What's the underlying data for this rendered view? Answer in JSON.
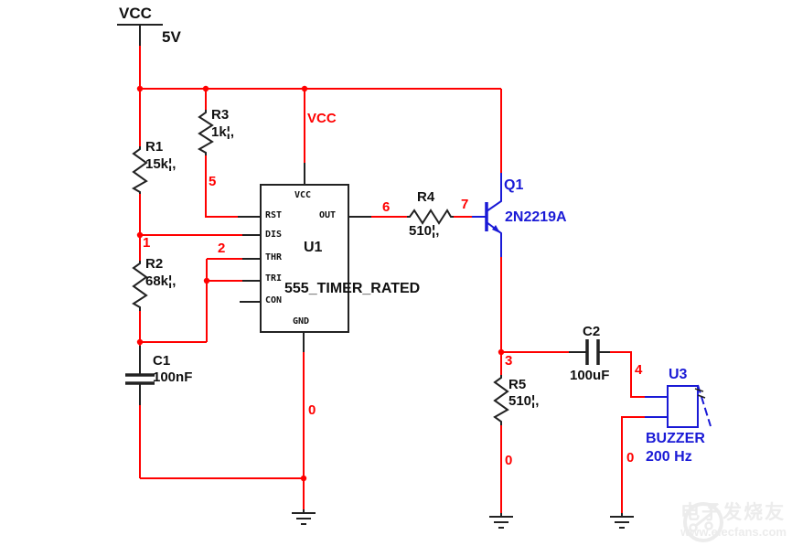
{
  "power": {
    "label": "VCC",
    "voltage": "5V"
  },
  "nets": {
    "vcc": "VCC",
    "n1": "1",
    "n2": "2",
    "n3": "3",
    "n4": "4",
    "n5": "5",
    "n6": "6",
    "n7": "7",
    "zero_ic": "0",
    "zero_r5": "0",
    "zero_buzzer": "0"
  },
  "resistors": {
    "r1": {
      "ref": "R1",
      "value": "15k¦,"
    },
    "r2": {
      "ref": "R2",
      "value": "68k¦,"
    },
    "r3": {
      "ref": "R3",
      "value": "1k¦,"
    },
    "r4": {
      "ref": "R4",
      "value": "510¦,"
    },
    "r5": {
      "ref": "R5",
      "value": "510¦,"
    }
  },
  "capacitors": {
    "c1": {
      "ref": "C1",
      "value": "100nF"
    },
    "c2": {
      "ref": "C2",
      "value": "100uF"
    }
  },
  "transistor": {
    "ref": "Q1",
    "part": "2N2219A"
  },
  "ic": {
    "ref": "U1",
    "part": "555_TIMER_RATED",
    "pin_vcc": "VCC",
    "pin_rst": "RST",
    "pin_dis": "DIS",
    "pin_thr": "THR",
    "pin_tri": "TRI",
    "pin_con": "CON",
    "pin_gnd": "GND",
    "pin_out": "OUT"
  },
  "buzzer": {
    "ref": "U3",
    "name": "BUZZER",
    "freq": "200 Hz"
  },
  "watermark": {
    "name": "电子发烧友",
    "site": "www.elecfans.com"
  },
  "colors": {
    "wire": "#ff0000",
    "component": "#111111",
    "part": "#1a1ad6"
  }
}
